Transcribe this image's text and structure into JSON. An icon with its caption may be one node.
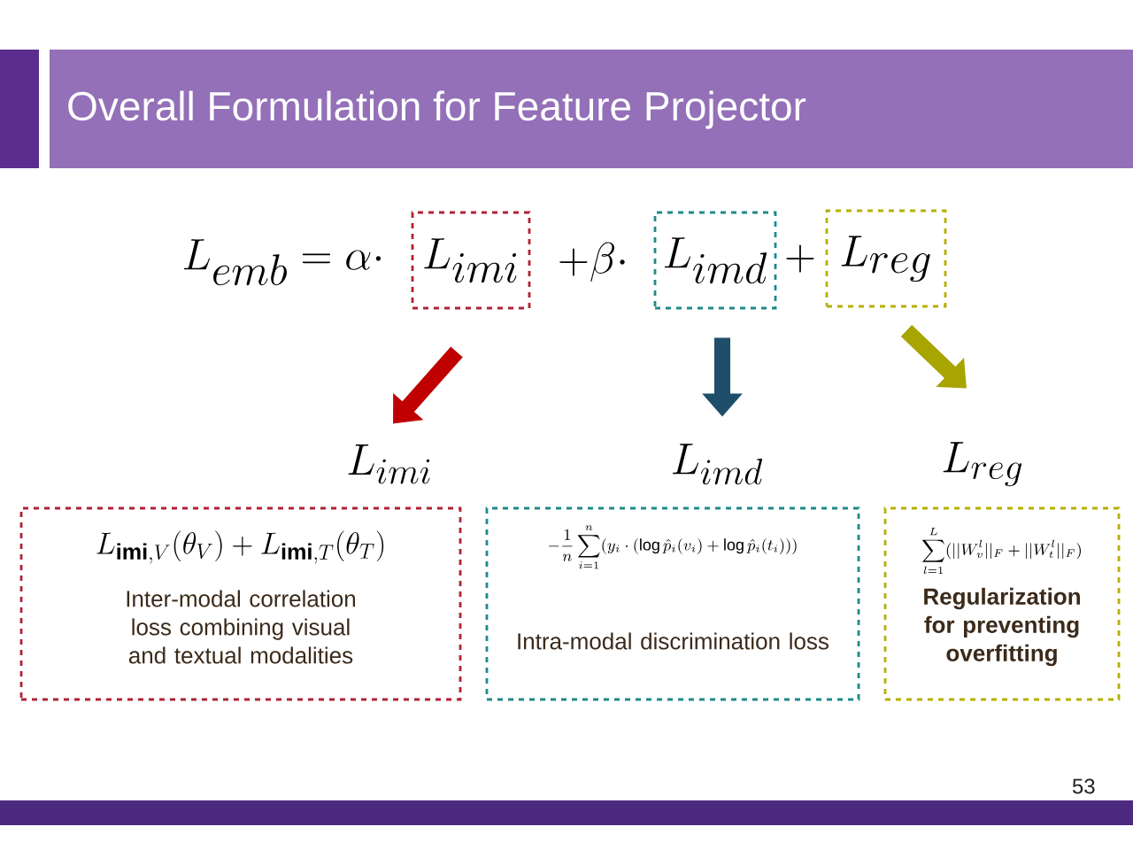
{
  "diagram": {
    "title": "Overall Formulation for Feature Projector",
    "nodes": [
      {
        "text": [
          "L_{imi}"
        ]
      },
      {
        "text": [
          "L_{imd}"
        ]
      },
      {
        "text": [
          "L_{reg}"
        ]
      },
      {
        "text": [
          "L_{imi}",
          "L_{\\mathit{\\mathbf{imi}},V}(\\theta_V)+L_{\\mathit{\\mathbf{imi}},T}(\\theta_T)",
          "Inter-modal correlation loss combining visual and textual modalities"
        ]
      },
      {
        "text": [
          "L_{imd}",
          "-\\frac{1}{n}\\sum_{i=1}^{n}(y_i\\cdot(\\log\\hat{p}_i(v_i)+\\log\\hat{p}_i(t_i)))",
          "Intra-modal discrimination loss"
        ]
      },
      {
        "text": [
          "L_{reg}",
          "\\sum_{l=1}^{L}(||W_v^l||_F+||W_t^l||_F)",
          "Regularization for preventing overfitting"
        ]
      }
    ],
    "edges": [
      {
        "from": 0,
        "to": 3,
        "arrow": "to",
        "color": "#c00000"
      },
      {
        "from": 1,
        "to": 4,
        "arrow": "to",
        "color": "#1f4e6b"
      },
      {
        "from": 2,
        "to": 5,
        "arrow": "to",
        "color": "#a8a400"
      }
    ],
    "labels": [
      "L_{emb}=\\alpha\\cdot",
      "+\\beta\\cdot",
      "+",
      "53"
    ]
  }
}
